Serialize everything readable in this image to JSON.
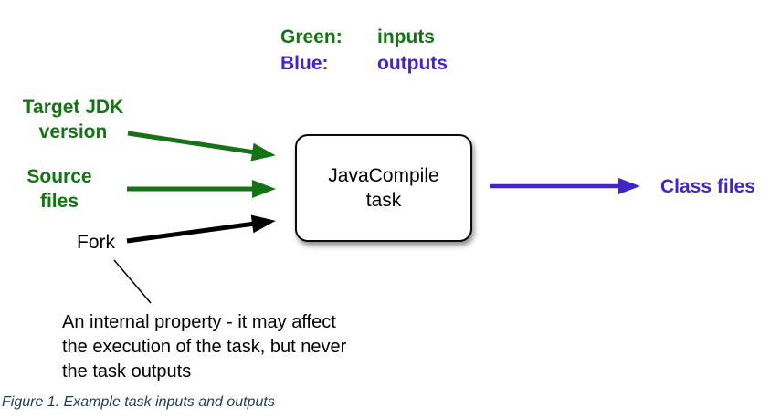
{
  "legend": {
    "rows": [
      {
        "key": "Green:",
        "value": "inputs"
      },
      {
        "key": "Blue:",
        "value": "outputs"
      }
    ]
  },
  "colors": {
    "input_green": "#157316",
    "output_blue": "#4323ca",
    "neutral_black": "#000000",
    "caption_text": "#1d3d4f",
    "box_fill": "#ffffff",
    "box_border": "#0a0a0a"
  },
  "inputs": [
    {
      "label": "Target JDK\nversion"
    },
    {
      "label": "Source\nfiles"
    }
  ],
  "internal": {
    "label": "Fork",
    "note": "An internal property - it may affect\nthe execution of the task, but never\nthe task outputs"
  },
  "task_box": {
    "label": "JavaCompile\ntask"
  },
  "output": {
    "label": "Class files"
  },
  "caption": "Figure 1. Example task inputs and outputs"
}
